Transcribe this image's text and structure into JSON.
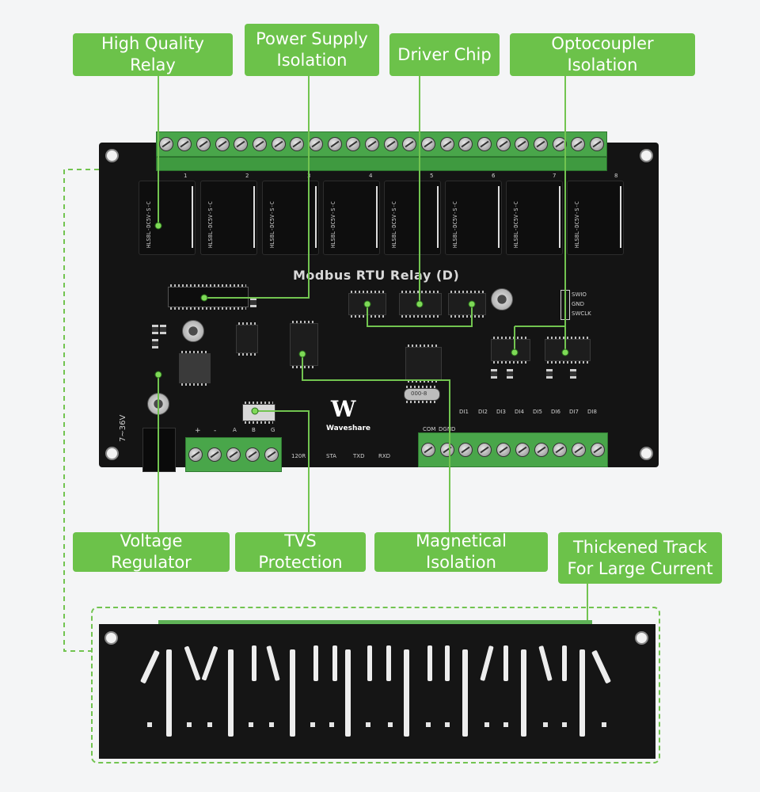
{
  "callouts": {
    "high_quality_relay": "High Quality Relay",
    "power_supply_isolation": "Power Supply\nIsolation",
    "driver_chip": "Driver Chip",
    "optocoupler_isolation": "Optocoupler Isolation",
    "voltage_regulator": "Voltage Regulator",
    "tvs_protection": "TVS Protection",
    "magnetical_isolation": "Magnetical Isolation",
    "thickened_track": "Thickened Track\nFor Large Current"
  },
  "board": {
    "title": "Modbus RTU Relay (D)",
    "brand": "Waveshare",
    "relay_part": "HLS8L-DC5V-S-C",
    "relay_numbers": [
      "1",
      "2",
      "3",
      "4",
      "5",
      "6",
      "7",
      "8"
    ],
    "voltage_label": "7~36V",
    "power_terminals": [
      "+",
      "-",
      "A",
      "B",
      "G"
    ],
    "resistor_label": "120R",
    "leds": [
      "STA",
      "TXD",
      "RXD"
    ],
    "input_labels": [
      "COM",
      "DGND",
      "DI1",
      "DI2",
      "DI3",
      "DI4",
      "DI5",
      "DI6",
      "DI7",
      "DI8"
    ],
    "swd_labels": [
      "SWIO",
      "GND",
      "SWCLK"
    ],
    "crystal_label": "000-8"
  },
  "colors": {
    "accent": "#6cc24a",
    "board": "#141414",
    "terminal": "#49a64a"
  }
}
